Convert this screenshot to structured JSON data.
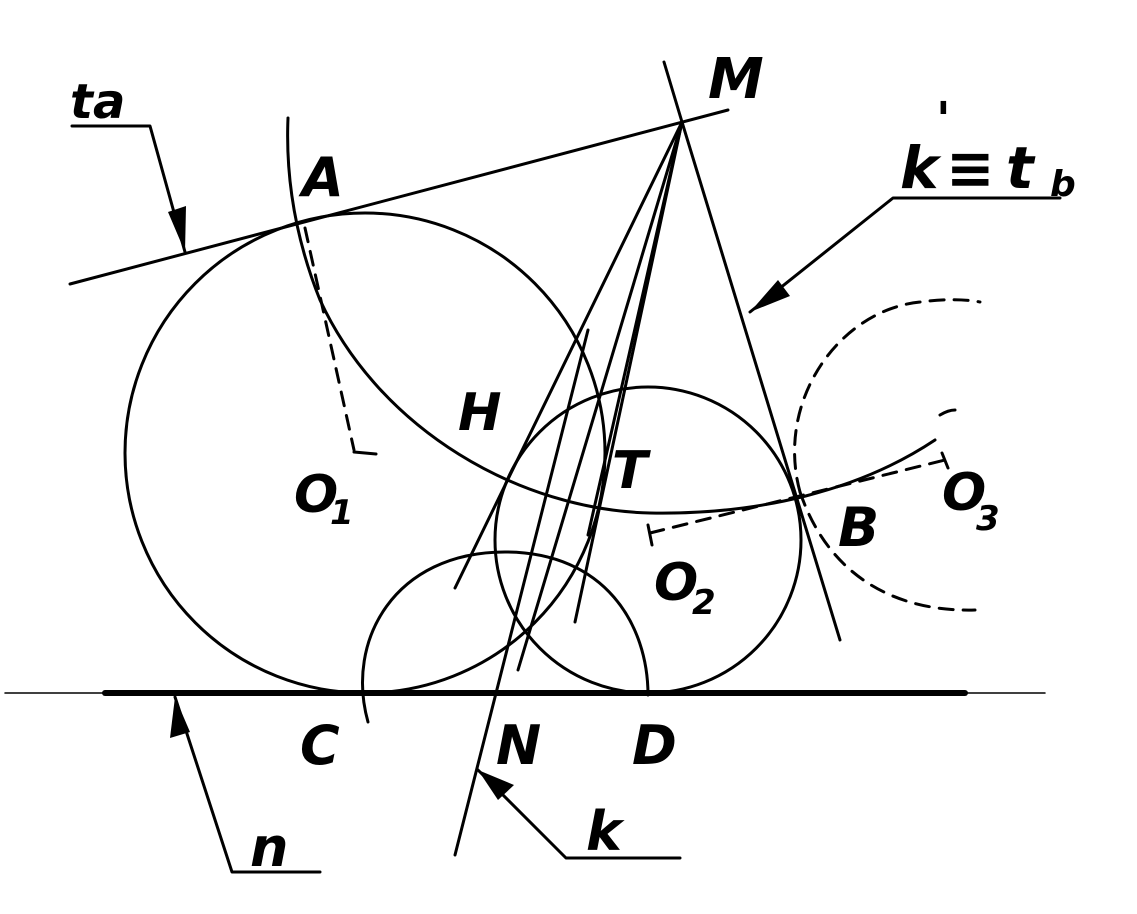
{
  "labels": {
    "ta": "ta",
    "m": "M",
    "k_tb_prime": "'",
    "k_tb_k": "k",
    "k_tb_equiv": "≡",
    "k_tb_t": "t",
    "k_tb_sub": "b",
    "a": "A",
    "h": "H",
    "t": "T",
    "o1": "O",
    "o1_sub": "1",
    "o2": "O",
    "o2_sub": "2",
    "o3": "O",
    "o3_sub": "3",
    "b": "B",
    "c": "C",
    "n_point": "N",
    "d": "D",
    "n_line": "n",
    "k_line": "k"
  },
  "colors": {
    "ink": "#000000",
    "paper": "#ffffff"
  }
}
